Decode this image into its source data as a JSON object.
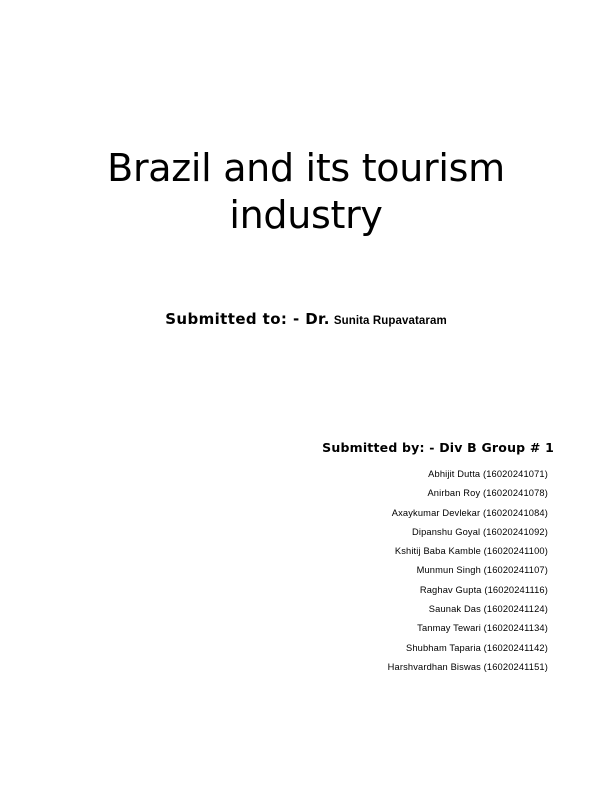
{
  "document": {
    "title_line_1": "Brazil and its tourism",
    "title_line_2": "industry",
    "submitted_to": {
      "label": "Submitted to: - Dr.",
      "professor": "Sunita Rupavataram"
    },
    "submitted_by": {
      "heading": "Submitted by: - Div B Group # 1",
      "members": [
        "Abhijit Dutta (16020241071)",
        "Anirban Roy (16020241078)",
        "Axaykumar Devlekar (16020241084)",
        "Dipanshu Goyal (16020241092)",
        "Kshitij Baba Kamble (16020241100)",
        "Munmun Singh (16020241107)",
        "Raghav Gupta (16020241116)",
        "Saunak Das (16020241124)",
        "Tanmay Tewari (16020241134)",
        "Shubham Taparia (16020241142)",
        "Harshvardhan Biswas (16020241151)"
      ]
    }
  }
}
